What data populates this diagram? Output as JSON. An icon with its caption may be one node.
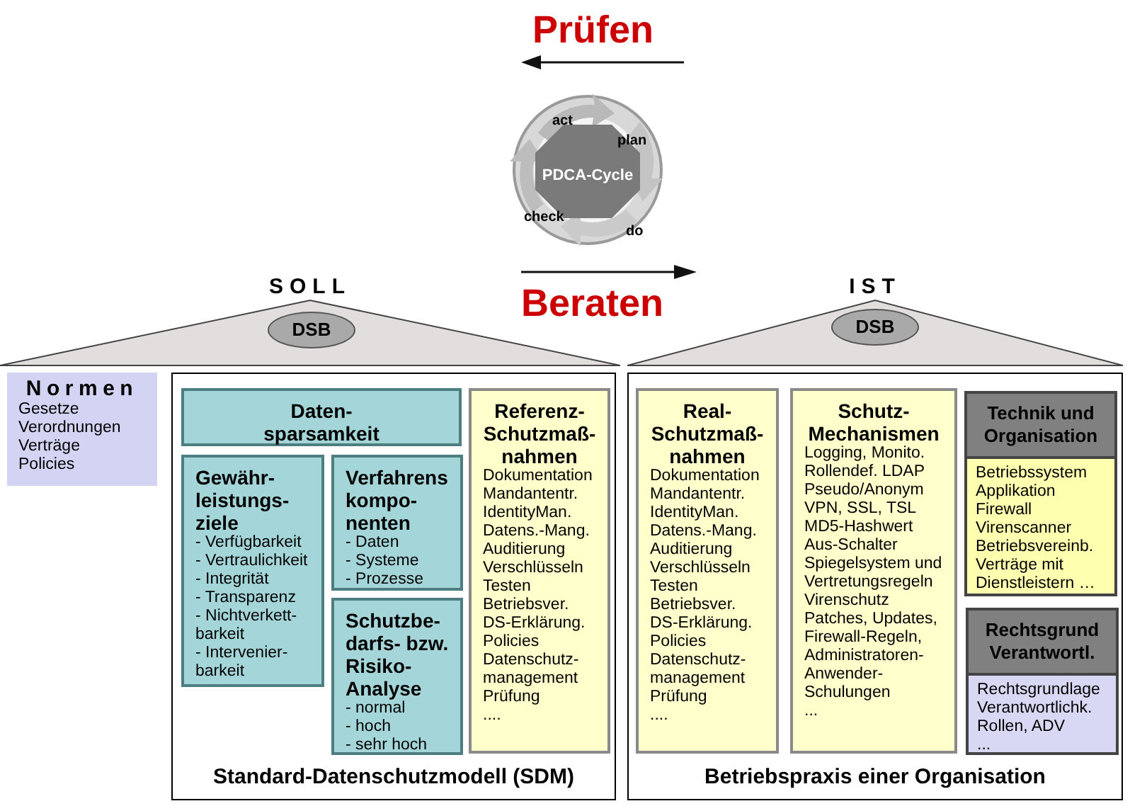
{
  "diagram": {
    "nodes": [
      {
        "text": [
          "act",
          "plan",
          "PDCA-Cycle",
          "check",
          "do"
        ]
      },
      {
        "text": [
          "SOLL"
        ]
      },
      {
        "text": [
          "DSB"
        ],
        "in": 1
      },
      {
        "text": [
          "Normen",
          "Gesetze",
          "Verordnungen",
          "Verträge",
          "Policies"
        ]
      },
      {
        "text": [
          "Standard-Datenschutzmodell (SDM)"
        ]
      },
      {
        "text": [
          "Daten- sparsamkeit"
        ],
        "in": 4
      },
      {
        "text": [
          "Gewähr- leistungs- ziele",
          "- Verfügbarkeit",
          "- Vertraulichkeit",
          "- Integrität",
          "- Transparenz",
          "- Nichtverkett- barkeit",
          "- Intervenier- barkeit"
        ],
        "in": 4
      },
      {
        "text": [
          "Verfahrens kompo- nenten",
          "- Daten",
          "- Systeme",
          "- Prozesse"
        ],
        "in": 4
      },
      {
        "text": [
          "Schutzbe- darfs- bzw. Risiko- Analyse",
          "- normal",
          "- hoch",
          "- sehr hoch"
        ],
        "in": 4
      },
      {
        "text": [
          "Referenz- Schutzmaß- nahmen",
          "Dokumentation",
          "Mandantentr.",
          "IdentityMan.",
          "Datens.-Mang.",
          "Auditierung",
          "Verschlüsseln",
          "Testen",
          "Betriebsver.",
          "DS-Erklärung.",
          "Policies",
          "Datenschutz- management",
          "Prüfung",
          "...."
        ],
        "in": 4
      },
      {
        "text": [
          "IST"
        ]
      },
      {
        "text": [
          "DSB"
        ],
        "in": 10
      },
      {
        "text": [
          "Betriebspraxis einer Organisation"
        ]
      },
      {
        "text": [
          "Real- Schutzmaß- nahmen",
          "Dokumentation",
          "Mandantentr.",
          "IdentityMan.",
          "Datens.-Mang.",
          "Auditierung",
          "Verschlüsseln",
          "Testen",
          "Betriebsver.",
          "DS-Erklärung.",
          "Policies",
          "Datenschutz- management",
          "Prüfung",
          "...."
        ],
        "in": 12
      },
      {
        "text": [
          "Schutz- Mechanismen",
          "Logging, Monito.",
          "Rollendef. LDAP",
          "Pseudo/Anonym",
          "VPN, SSL, TSL",
          "MD5-Hashwert",
          "Aus-Schalter",
          "Spiegelsystem und Vertretungsregeln",
          "Virenschutz",
          "Patches, Updates,",
          "Firewall-Regeln,",
          "Administratoren- Anwender- Schulungen",
          "..."
        ],
        "in": 12
      },
      {
        "text": [
          "Technik und Organisation",
          "Betriebssystem",
          "Applikation",
          "Firewall",
          "Virenscanner",
          "Betriebsvereinb.",
          "Verträge mit Dienstleistern …"
        ],
        "in": 12
      },
      {
        "text": [
          "Rechtsgrund Verantwortl.",
          "Rechtsgrundlage",
          "Verantwortlichk.",
          "Rollen, ADV",
          "..."
        ],
        "in": 12
      }
    ],
    "labels": [
      "Prüfen",
      "Beraten"
    ]
  }
}
